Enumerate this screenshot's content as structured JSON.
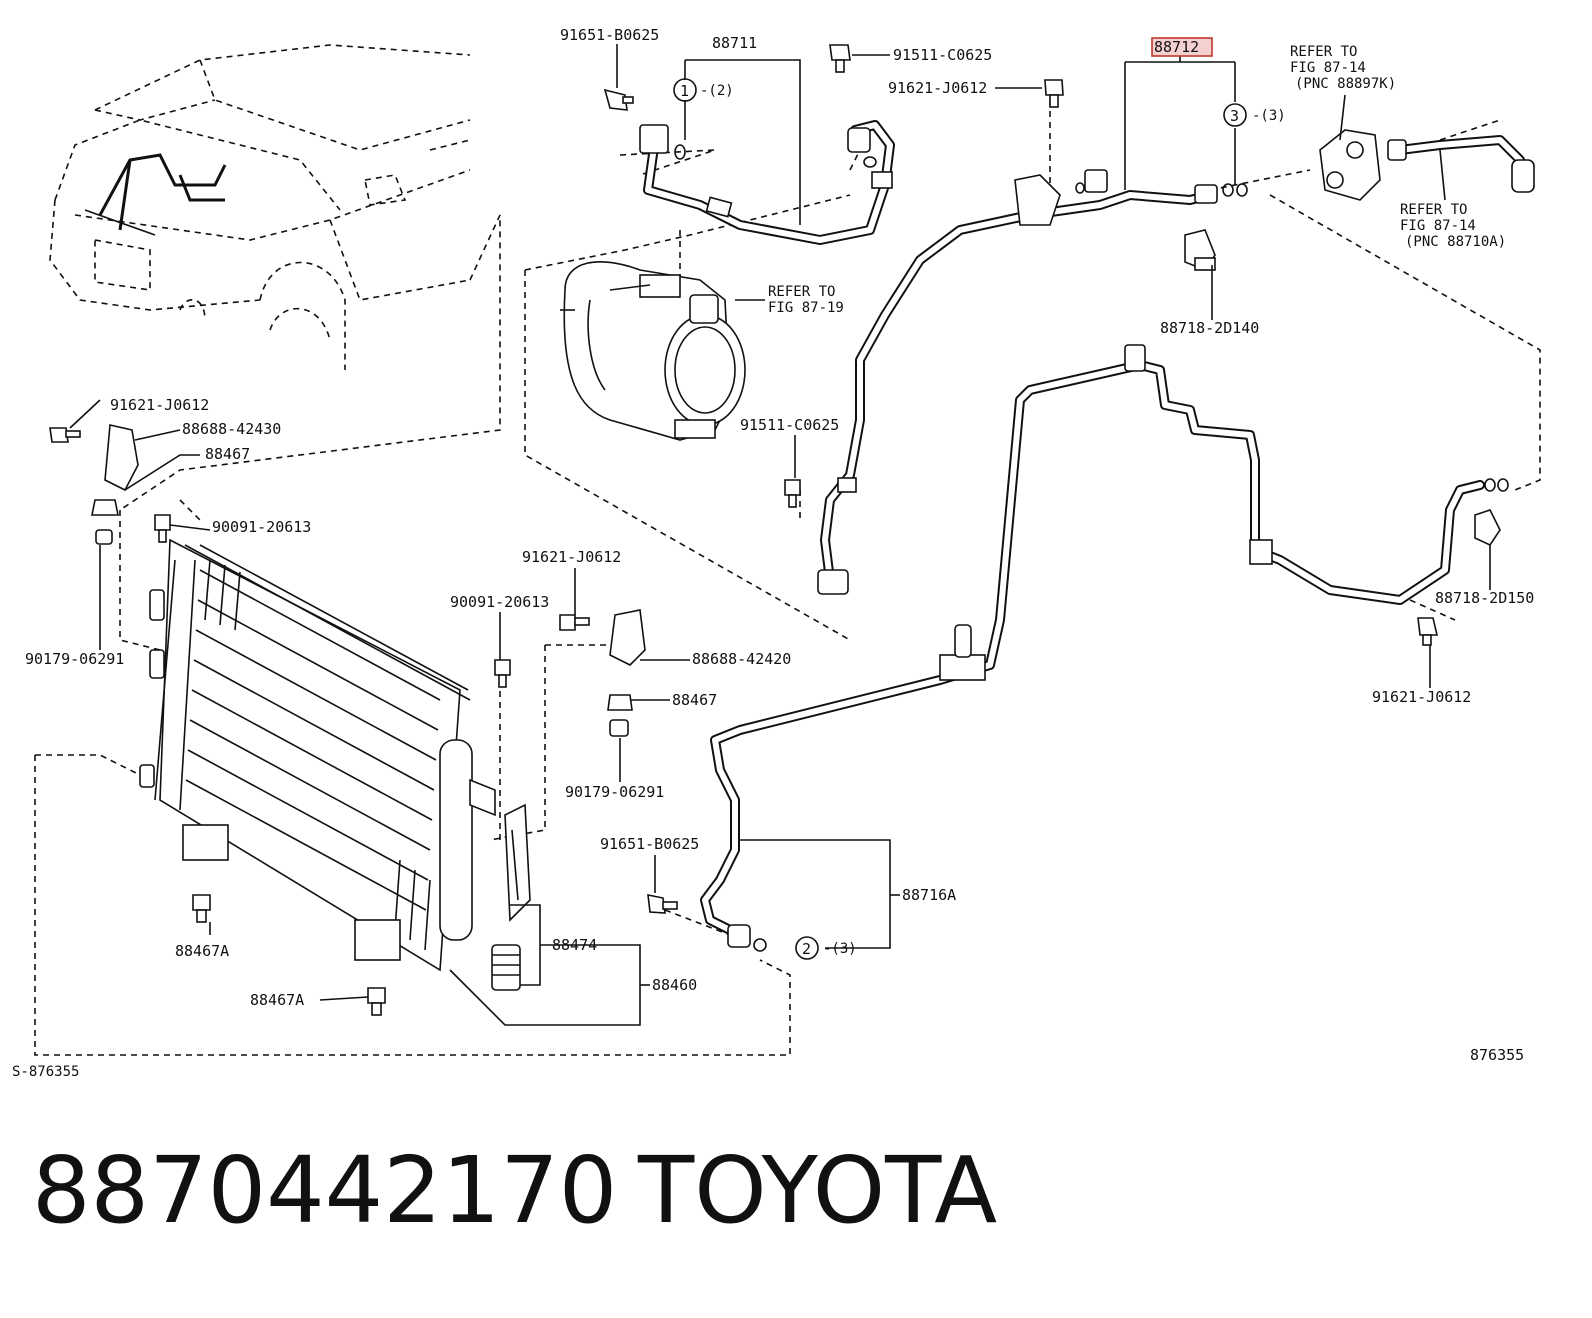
{
  "callouts": {
    "p91651_b0625_top": "91651-B0625",
    "p88711": "88711",
    "p91511_c0625_top": "91511-C0625",
    "p91621_j0612_top": "91621-J0612",
    "p88712": "88712",
    "refer_87_14_a_l1": "REFER TO",
    "refer_87_14_a_l2": "FIG 87-14",
    "refer_87_14_a_l3": "(PNC 88897K)",
    "refer_87_14_b_l1": "REFER TO",
    "refer_87_14_b_l2": "FIG 87-14",
    "refer_87_14_b_l3": "(PNC 88710A)",
    "refer_87_19_l1": "REFER TO",
    "refer_87_19_l2": "FIG 87-19",
    "circle1": "1",
    "circle1_qty": "-(2)",
    "circle3": "3",
    "circle3_qty": "-(3)",
    "circle2": "2",
    "circle2_qty": "-(3)",
    "p88718_2d140": "88718-2D140",
    "p91621_j0612_left": "91621-J0612",
    "p88688_42430": "88688-42430",
    "p88467_top": "88467",
    "p90091_20613_left": "90091-20613",
    "p90179_06291_left": "90179-06291",
    "p91511_c0625_mid": "91511-C0625",
    "p91621_j0612_mid": "91621-J0612",
    "p90091_20613_mid": "90091-20613",
    "p88688_42420": "88688-42420",
    "p88467_mid": "88467",
    "p90179_06291_mid": "90179-06291",
    "p88718_2d150": "88718-2D150",
    "p91621_j0612_right": "91621-J0612",
    "p91651_b0625_bottom": "91651-B0625",
    "p88716a": "88716A",
    "p88467a_1": "88467A",
    "p88474": "88474",
    "p88460": "88460",
    "p88467a_2": "88467A",
    "fig_left": "S-876355",
    "fig_right": "876355"
  },
  "footer": {
    "part_number": "8870442170",
    "brand": "TOYOTA"
  },
  "colors": {
    "ink": "#111111",
    "highlight_fill": "#f4d0d0",
    "highlight_border": "#c0392b"
  }
}
